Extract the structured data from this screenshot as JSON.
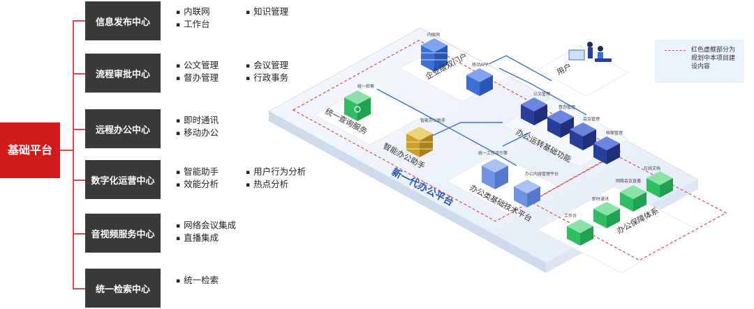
{
  "root": {
    "label": "基础平台"
  },
  "categories": [
    {
      "label": "信息发布中心",
      "items": [
        "内联网",
        "知识管理",
        "工作台"
      ]
    },
    {
      "label": "流程审批中心",
      "items": [
        "公文管理",
        "会议管理",
        "督办管理",
        "行政事务"
      ]
    },
    {
      "label": "远程办公中心",
      "items": [
        "即时通讯",
        "移动办公"
      ]
    },
    {
      "label": "数字化运营中心",
      "items": [
        "智能助手",
        "用户行为分析",
        "效能分析",
        "热点分析"
      ]
    },
    {
      "label": "音视频服务中心",
      "items": [
        "网络会议集成",
        "直播集成"
      ]
    },
    {
      "label": "统一检索中心",
      "items": [
        "统一检索"
      ]
    }
  ],
  "diagram": {
    "platform_label": "新一代办公平台",
    "user_label": "用户",
    "portal": {
      "label": "企业级双门户",
      "node_labels": [
        "内联网",
        "移动APP"
      ]
    },
    "search": {
      "label": "统一查询服务",
      "node_label": "统一检索"
    },
    "assistant": {
      "label": "智能办公助手",
      "node_label": "智能办公助手"
    },
    "tech": {
      "label": "办公类基础技术平台",
      "node_labels": [
        "统一工作流引擎",
        "办公内容管理平台"
      ]
    },
    "ops": {
      "label": "办公运转基础功能",
      "node_labels": [
        "公文管理",
        "督办管理",
        "会议管理",
        "档案管理"
      ]
    },
    "guarantee": {
      "label": "办公保障体系",
      "node_labels": [
        "工作台",
        "即时通讯",
        "网络会议直播",
        "在线文档"
      ]
    }
  },
  "legend": {
    "text": "红色虚框部分为规划中本项目建设内容"
  },
  "colors": {
    "root": "#d11a1a",
    "category": "#3a3a3a",
    "dashed": "#e04a4a",
    "blue": "#3b6fd8",
    "darkblue": "#2a3f9c",
    "gold": "#c9a227",
    "green": "#2fbf62"
  }
}
